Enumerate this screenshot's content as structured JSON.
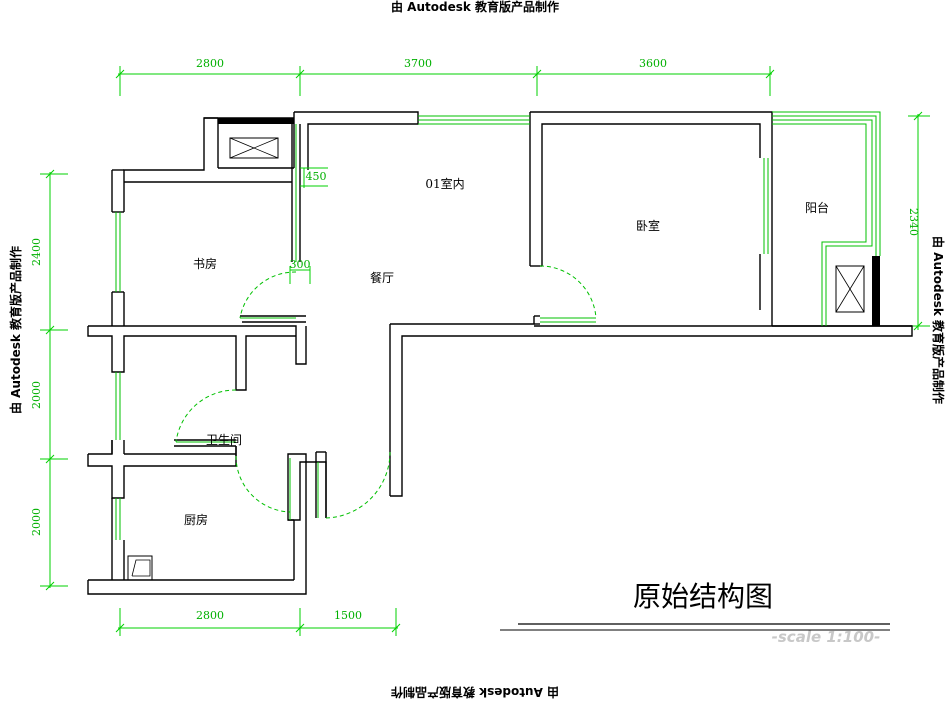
{
  "watermark": {
    "top": "由 Autodesk 教育版产品制作",
    "bottom": "由 Autodesk 教育版产品制作",
    "left": "由 Autodesk 教育版产品制作",
    "right": "由 Autodesk 教育版产品制作"
  },
  "dimensions": {
    "top": [
      "2800",
      "3700",
      "3600"
    ],
    "bottom": [
      "2800",
      "1500"
    ],
    "left": [
      "2400",
      "2000",
      "2000"
    ],
    "right": "2340",
    "small_a": "450",
    "small_b": "300"
  },
  "rooms": {
    "indoor": "01室内",
    "study": "书房",
    "dining": "餐厅",
    "bedroom": "卧室",
    "balcony": "阳台",
    "bathroom": "卫生间",
    "kitchen": "厨房"
  },
  "title": "原始结构图",
  "scale": "-scale 1:100-",
  "colors": {
    "wall": "#000000",
    "window": "#00c000",
    "dimension": "#00d000",
    "scale_text": "#c8c8c8"
  }
}
